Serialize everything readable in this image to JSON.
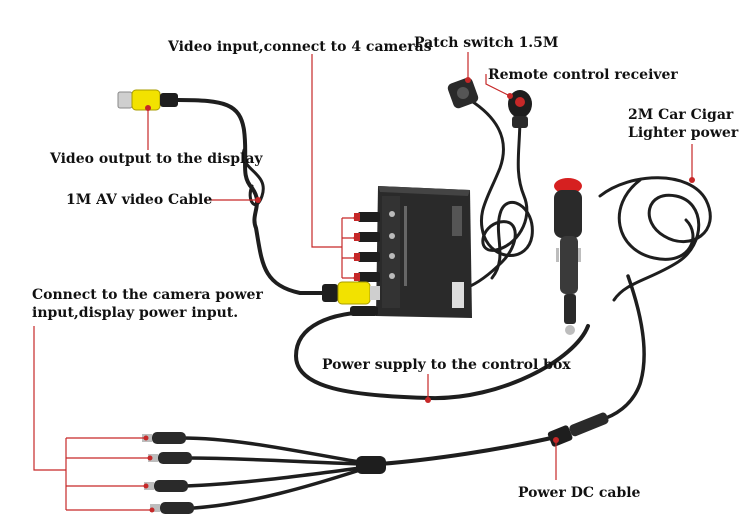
{
  "labels": {
    "video_input": "Video input,connect to 4 cameras",
    "patch_switch": "Patch switch 1.5M",
    "remote_receiver": "Remote control receiver",
    "car_cigar": "2M Car Cigar\nLighter power",
    "video_output": "Video output to the display",
    "av_cable": "1M AV video Cable",
    "camera_power": "Connect to the camera power\ninput,display power input.",
    "power_supply": "Power supply to the control box",
    "power_dc": "Power DC cable"
  },
  "colors": {
    "callout": "#c62828",
    "cable": "#1e1e1e",
    "rca_yellow": "#f2e200",
    "cigar_tip": "#d62020",
    "box": "#2a2a2a"
  }
}
